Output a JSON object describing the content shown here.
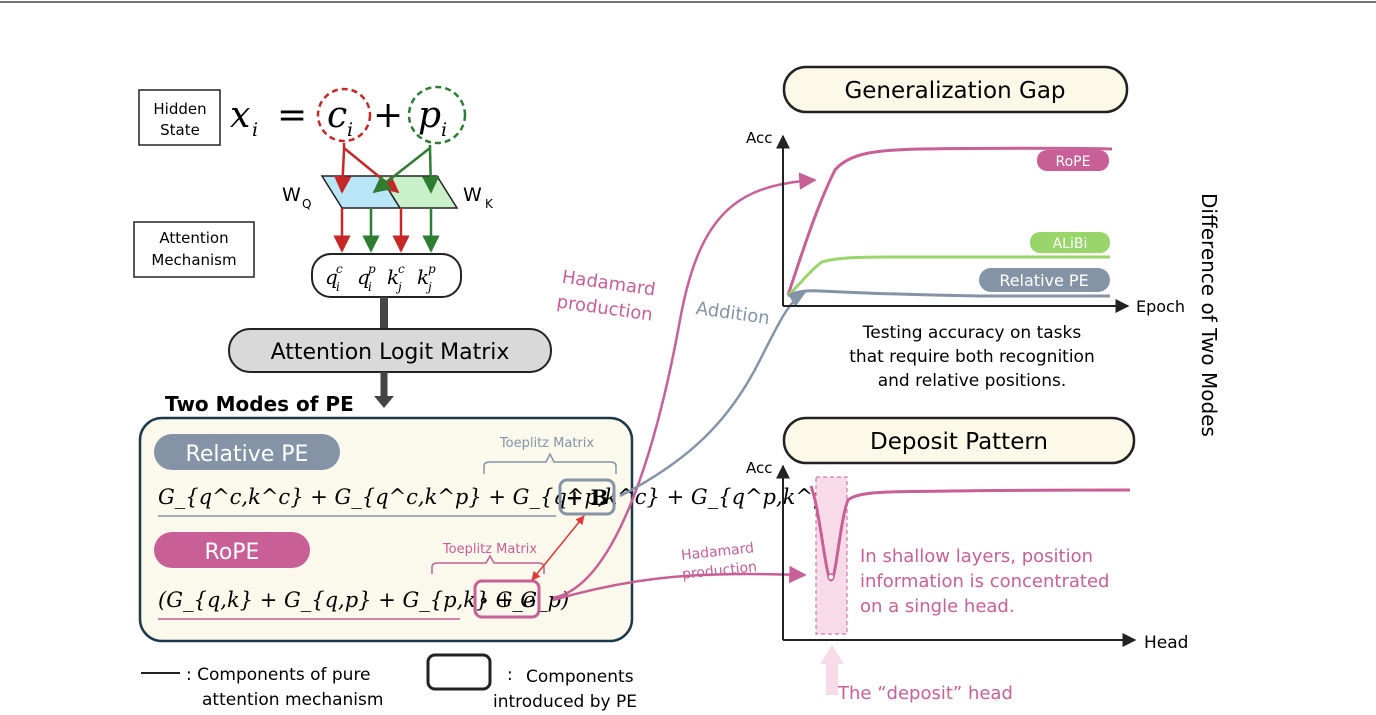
{
  "hidden_state": {
    "label_line1": "Hidden",
    "label_line2": "State",
    "eq_lhs": "x",
    "eq_lhs_sub": "i",
    "eq_equals": "=",
    "eq_c": "c",
    "eq_c_sub": "i",
    "eq_plus": "+",
    "eq_p": "p",
    "eq_p_sub": "i"
  },
  "projections": {
    "wq": "W",
    "wq_sub": "Q",
    "wk": "W",
    "wk_sub": "K"
  },
  "attention_mechanism": {
    "line1": "Attention",
    "line2": "Mechanism"
  },
  "qk_terms": [
    "q",
    "q",
    "k",
    "k"
  ],
  "qk_subs": [
    "i",
    "i",
    "j",
    "j"
  ],
  "qk_sups": [
    "c",
    "p",
    "c",
    "p"
  ],
  "logit_matrix_label": "Attention Logit Matrix",
  "two_modes_title": "Two Modes of PE",
  "relative_pe": {
    "badge": "Relative PE",
    "toeplitz": "Toeplitz Matrix",
    "formula": "G_{q^c,k^c} + G_{q^c,k^p} + G_{q^p,k^c} + G_{q^p,k^p}",
    "bias_term": "+ B"
  },
  "rope": {
    "badge": "RoPE",
    "toeplitz": "Toeplitz Matrix",
    "formula": "(G_{q,k} + G_{q,p} + G_{p,k} + G_p)",
    "hadamard_term": "∘ G_e"
  },
  "legend": {
    "line_desc_1": ": Components of pure",
    "line_desc_2": "attention mechanism",
    "box_colon": ":",
    "box_desc_1": "Components",
    "box_desc_2": "introduced by PE"
  },
  "arrow_labels": {
    "hadamard_top_1": "Hadamard",
    "hadamard_top_2": "production",
    "addition": "Addition",
    "hadamard_bottom_1": "Hadamard",
    "hadamard_bottom_2": "production"
  },
  "generalization_gap": {
    "title": "Generalization Gap",
    "y_axis": "Acc",
    "x_axis": "Epoch",
    "series": [
      {
        "name": "RoPE",
        "color": "#c85f96"
      },
      {
        "name": "ALiBi",
        "color": "#9ad56b"
      },
      {
        "name": "Relative PE",
        "color": "#8494a6"
      }
    ],
    "caption_1": "Testing accuracy on tasks",
    "caption_2": "that require both recognition",
    "caption_3": "and relative positions."
  },
  "deposit_pattern": {
    "title": "Deposit Pattern",
    "y_axis": "Acc",
    "x_axis": "Head",
    "note_1": "In shallow layers, position",
    "note_2": "information is concentrated",
    "note_3": "on a single head.",
    "deposit_label": "The “deposit” head"
  },
  "side_label": "Difference of Two Modes",
  "colors": {
    "content_red": "#c62828",
    "position_green": "#2e7d32",
    "rope_pink": "#c85f96",
    "relative_gray": "#8494a6",
    "alibi_green": "#9ad56b",
    "panel_bg": "#fbf8ec",
    "title_box_bg": "#fdf9e8"
  }
}
